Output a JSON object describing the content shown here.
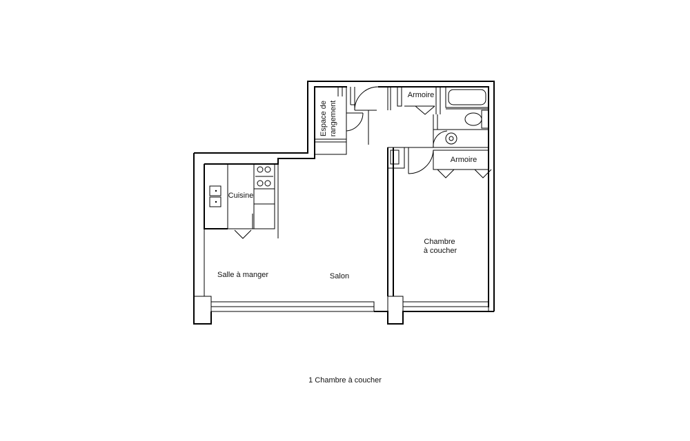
{
  "plan": {
    "rooms": {
      "storage": [
        "Espace de",
        "rangement"
      ],
      "closet_top": "Armoire",
      "closet_bedroom": "Armoire",
      "kitchen": "Cuisine",
      "bedroom": [
        "Chambre",
        "à coucher"
      ],
      "dining": "Salle à manger",
      "living": "Salon"
    },
    "caption": "1 Chambre à coucher"
  }
}
